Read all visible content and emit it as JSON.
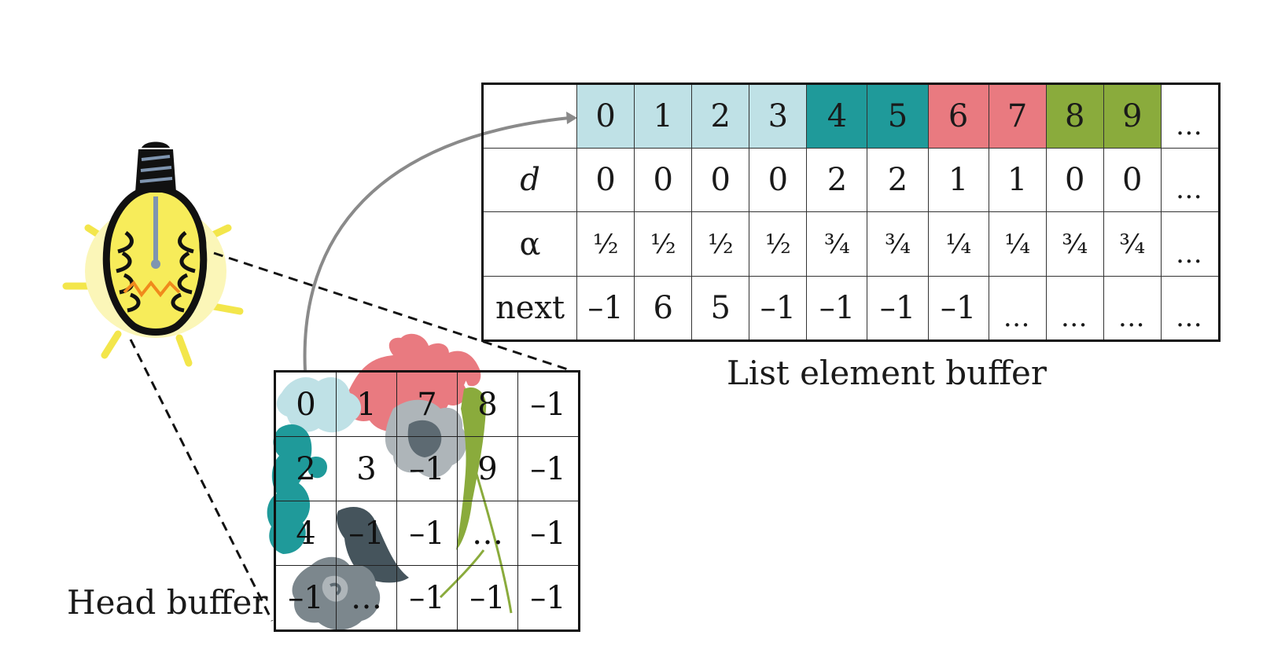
{
  "list_buffer": {
    "caption": "List element buffer",
    "indices": [
      "0",
      "1",
      "2",
      "3",
      "4",
      "5",
      "6",
      "7",
      "8",
      "9",
      "…"
    ],
    "index_colors": [
      "#bfe1e6",
      "#bfe1e6",
      "#bfe1e6",
      "#bfe1e6",
      "#1f9a9a",
      "#1f9a9a",
      "#e97a80",
      "#e97a80",
      "#8aab3c",
      "#8aab3c",
      "#ffffff"
    ],
    "rows": [
      {
        "label": "d",
        "values": [
          "0",
          "0",
          "0",
          "0",
          "2",
          "2",
          "1",
          "1",
          "0",
          "0",
          "…"
        ]
      },
      {
        "label": "α",
        "values": [
          "½",
          "½",
          "½",
          "½",
          "¾",
          "¾",
          "¼",
          "¼",
          "¾",
          "¾",
          "…"
        ]
      },
      {
        "label": "next",
        "values": [
          "–1",
          "6",
          "5",
          "–1",
          "–1",
          "–1",
          "–1",
          "…",
          "…",
          "…",
          "…"
        ]
      }
    ]
  },
  "head_buffer": {
    "caption": "Head buffer",
    "rows": [
      [
        "0",
        "1",
        "7",
        "8",
        "–1"
      ],
      [
        "2",
        "3",
        "–1",
        "9",
        "–1"
      ],
      [
        "4",
        "–1",
        "–1",
        "…",
        "–1"
      ],
      [
        "–1",
        "…",
        "–1",
        "–1",
        "–1"
      ]
    ]
  },
  "colors": {
    "light_blue": "#bfe1e6",
    "teal": "#1f9a9a",
    "red": "#e97a80",
    "green": "#8aab3c",
    "dark_gray": "#45545c",
    "bulb_yellow": "#f3e64b"
  },
  "icons": [
    "light-bulb-icon",
    "hair-illustration"
  ]
}
